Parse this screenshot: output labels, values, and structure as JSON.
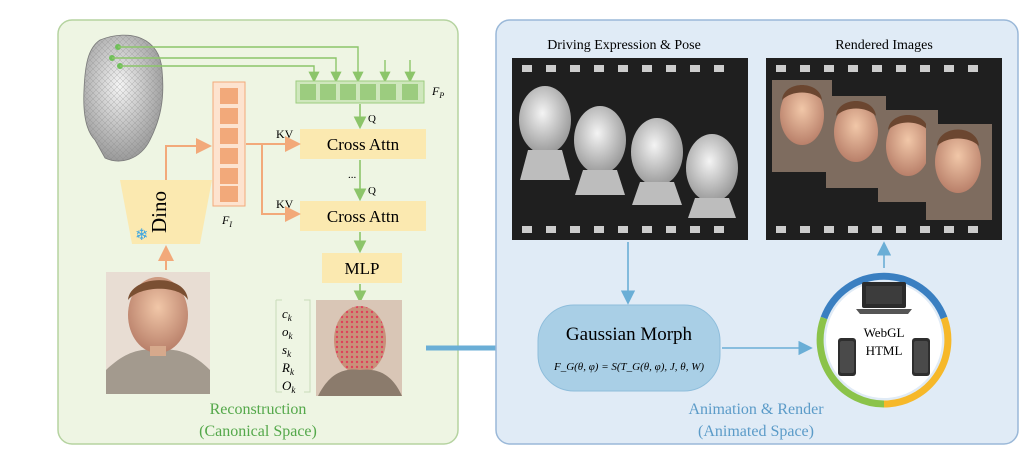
{
  "reconstruction": {
    "title_line1": "Reconstruction",
    "title_line2": "(Canonical Space)",
    "encoder": "Dino",
    "feature_image_label": "F",
    "feature_image_sub": "I",
    "feature_points_label": "F",
    "feature_points_sub": "P",
    "cross_attn_1": "Cross Attn",
    "cross_attn_2": "Cross Attn",
    "mlp": "MLP",
    "kv_1": "KV",
    "kv_2": "KV",
    "q_1": "Q",
    "q_2": "Q",
    "ellipsis": "...",
    "attributes": [
      {
        "base": "c",
        "sub": "k"
      },
      {
        "base": "o",
        "sub": "k"
      },
      {
        "base": "s",
        "sub": "k"
      },
      {
        "base": "R",
        "sub": "k"
      },
      {
        "base": "O",
        "sub": "k"
      }
    ]
  },
  "animation": {
    "title_line1": "Animation & Render",
    "title_line2": "(Animated Space)",
    "driving_title": "Driving Expression & Pose",
    "rendered_title": "Rendered Images",
    "morph_title": "Gaussian Morph",
    "morph_formula": "F_G(θ, φ) = S(T_G(θ, φ), J, θ, W)",
    "platform_line1": "WebGL",
    "platform_line2": "HTML"
  },
  "colors": {
    "recon_bg": "#eef5e3",
    "recon_border": "#b5d3a0",
    "anim_bg": "#e0ebf6",
    "anim_border": "#9ab8d8",
    "block_yellow": "#fbe9b0",
    "orange": "#f2a97a",
    "green_feature": "#9ccc7f",
    "green_arrow": "#8cc56a",
    "blue_arrow": "#6aaed6",
    "morph_fill": "#a9cfe6",
    "title_green": "#54a84a",
    "title_blue": "#5b9bc8",
    "ring_blue": "#3a7fc1",
    "ring_green": "#8bc34a",
    "ring_yellow": "#f6b82a"
  },
  "icons": [
    "snowflake-icon",
    "laptop-icon",
    "phone-icon"
  ]
}
